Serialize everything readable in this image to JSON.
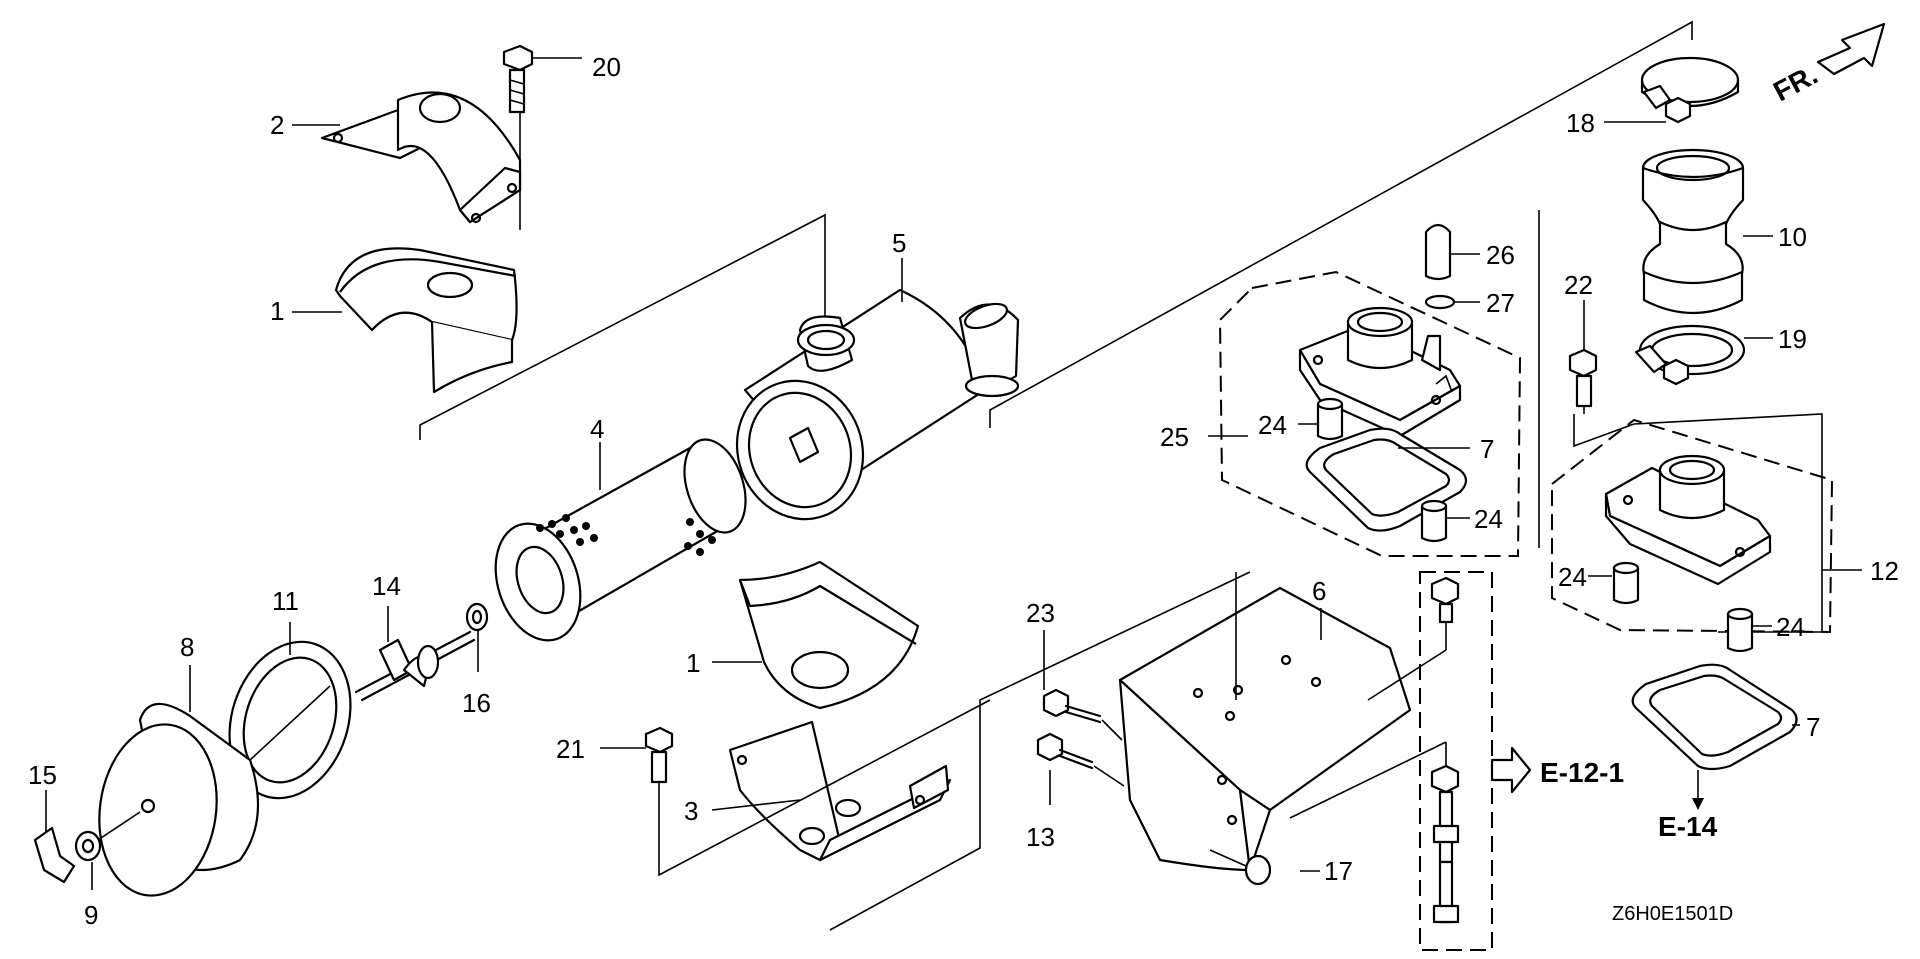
{
  "callouts": {
    "c1a": "1",
    "c1b": "1",
    "c2": "2",
    "c3": "3",
    "c4": "4",
    "c5": "5",
    "c6": "6",
    "c7a": "7",
    "c7b": "7",
    "c8": "8",
    "c9": "9",
    "c10": "10",
    "c11": "11",
    "c12": "12",
    "c13": "13",
    "c14": "14",
    "c15": "15",
    "c16": "16",
    "c17": "17",
    "c18": "18",
    "c19": "19",
    "c20": "20",
    "c21": "21",
    "c22": "22",
    "c23": "23",
    "c24a": "24",
    "c24b": "24",
    "c24c": "24",
    "c24d": "24",
    "c25": "25",
    "c26": "26",
    "c27": "27"
  },
  "direction_label": "FR.",
  "xrefs": {
    "e12": "E-12-1",
    "e14": "E-14"
  },
  "diagram_code": "Z6H0E1501D"
}
